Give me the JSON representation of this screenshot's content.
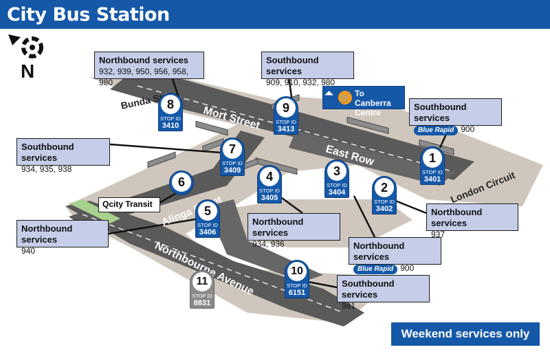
{
  "title": "City Bus Station",
  "compass": {
    "label": "N",
    "icon": "compass-icon"
  },
  "roads": {
    "bunda": "Bunda St",
    "mort": "Mort Street",
    "east_row": "East Row",
    "london": "London Circuit",
    "alinga": "Alinga Street",
    "northbourne": "Northbourne Avenue"
  },
  "stops": [
    {
      "number": "8",
      "id_label": "STOP ID",
      "id": "3410"
    },
    {
      "number": "9",
      "id_label": "STOP ID",
      "id": "3413"
    },
    {
      "number": "7",
      "id_label": "STOP ID",
      "id": "3409"
    },
    {
      "number": "6",
      "id_label": "",
      "id": ""
    },
    {
      "number": "5",
      "id_label": "STOP ID",
      "id": "3406"
    },
    {
      "number": "4",
      "id_label": "STOP ID",
      "id": "3405"
    },
    {
      "number": "3",
      "id_label": "STOP ID",
      "id": "3404"
    },
    {
      "number": "2",
      "id_label": "STOP ID",
      "id": "3402"
    },
    {
      "number": "1",
      "id_label": "STOP ID",
      "id": "3401"
    },
    {
      "number": "10",
      "id_label": "STOP ID",
      "id": "6151"
    },
    {
      "number": "11",
      "id_label": "STOP ID",
      "id": "8831"
    }
  ],
  "callouts": {
    "c8": {
      "heading": "Northbound services",
      "routes": "932, 939, 950, 956, 958, 980"
    },
    "c9": {
      "heading": "Southbound services",
      "routes": "909, 910, 932, 980"
    },
    "c1": {
      "heading": "Southbound services",
      "badge": "Blue Rapid",
      "routes": "900"
    },
    "c7": {
      "heading": "Southbound services",
      "routes": "934, 935, 938"
    },
    "c5": {
      "heading": "Northbound services",
      "routes": "940"
    },
    "c4": {
      "heading": "Northbound services",
      "routes": "934, 936"
    },
    "c2": {
      "heading": "Northbound services",
      "routes": "937"
    },
    "c3": {
      "heading": "Northbound services",
      "badge": "Blue Rapid",
      "routes": "900"
    },
    "c10": {
      "heading": "Southbound services",
      "routes": "981"
    }
  },
  "qcity": "Qcity Transit",
  "to_canberra": {
    "line1": "To Canberra",
    "line2": "Centre"
  },
  "weekend": "Weekend services only",
  "colors": {
    "brand_blue": "#1558a8",
    "callout_fill": "#c5cde8",
    "road_dark": "#5a5a5a",
    "ground": "#cfc7bd",
    "orange": "#f29a1f",
    "grey_stop": "#8a8a8a"
  }
}
